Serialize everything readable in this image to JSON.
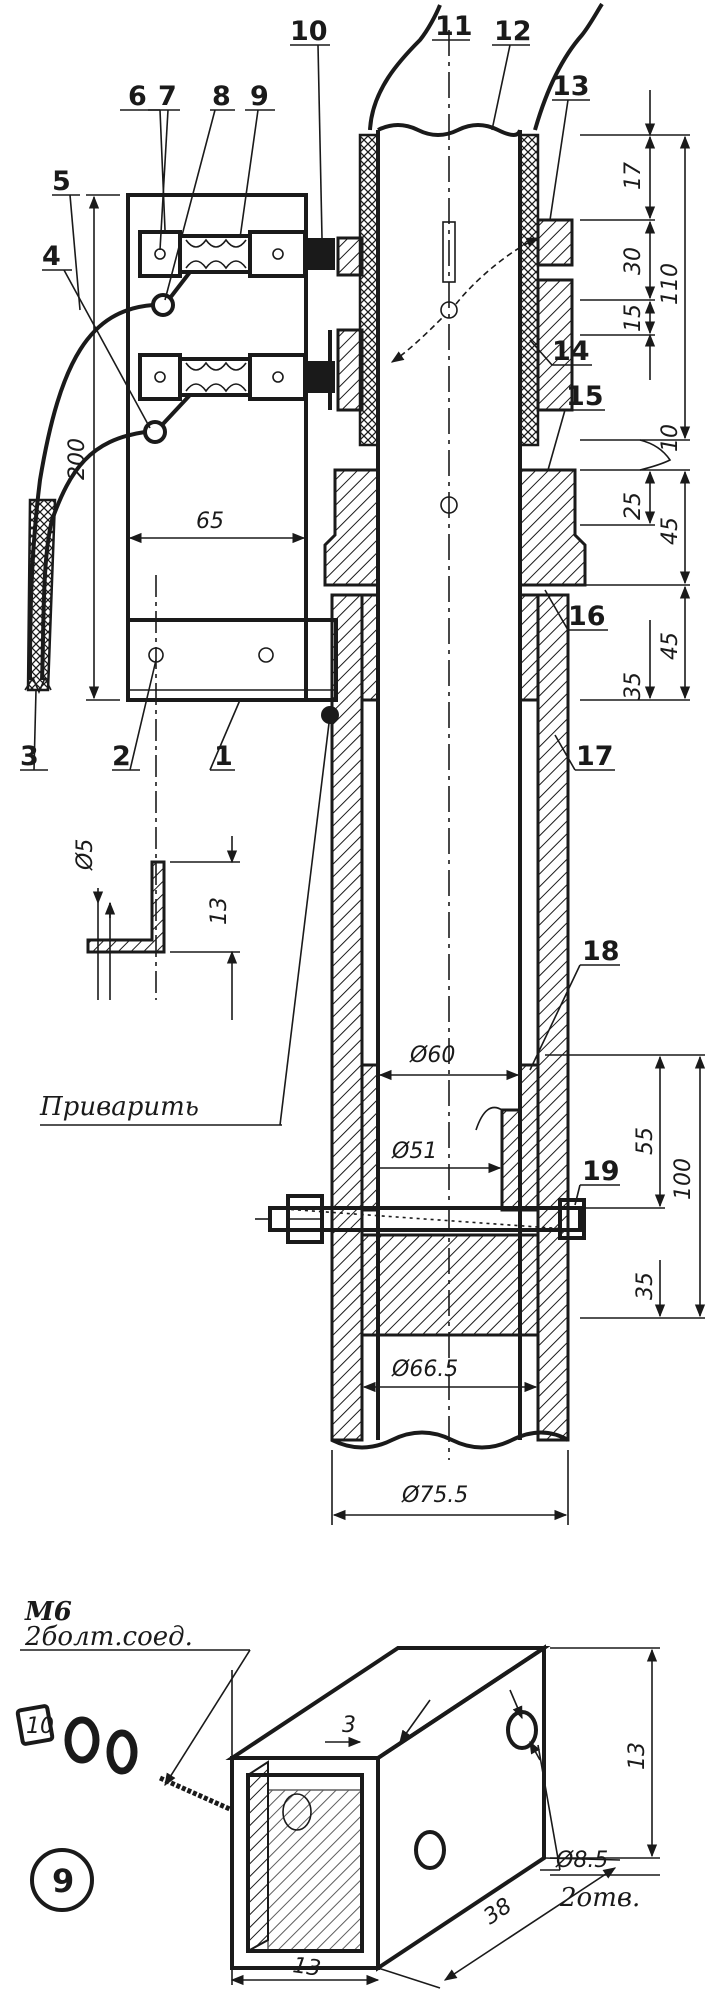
{
  "callouts": [
    "1",
    "2",
    "3",
    "4",
    "5",
    "6",
    "7",
    "8",
    "9",
    "10",
    "11",
    "12",
    "13",
    "14",
    "15",
    "16",
    "17",
    "18",
    "19"
  ],
  "dimensions": {
    "d200": "200",
    "d65": "65",
    "d17": "17",
    "d30": "30",
    "d15": "15",
    "d110": "110",
    "d10": "10",
    "d25": "25",
    "d45a": "45",
    "d45b": "45",
    "d35a": "35",
    "d5": "Ø5",
    "d13a": "13",
    "d60": "Ø60",
    "d51": "Ø51",
    "d55": "55",
    "d100": "100",
    "d35b": "35",
    "d665": "Ø66.5",
    "d755": "Ø75.5",
    "d3": "3",
    "d13b": "13",
    "d38": "38",
    "d13c": "13",
    "d85": "Ø8.5"
  },
  "notes": {
    "weld": "Приварить",
    "bolt_size": "М6",
    "bolt_note": "2болт.соед.",
    "holes": "2отв."
  },
  "figure_number": "9"
}
